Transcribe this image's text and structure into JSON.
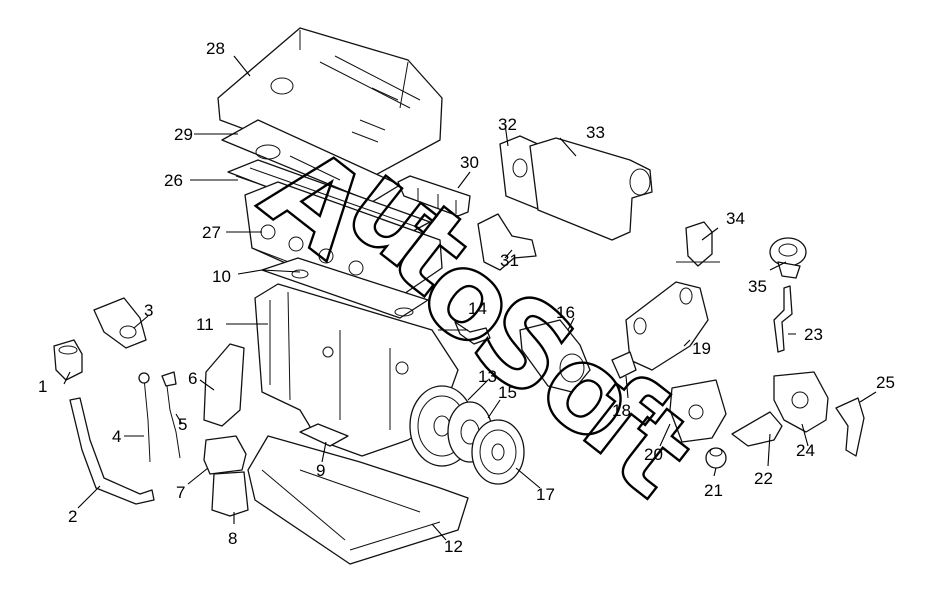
{
  "callouts": [
    "1",
    "2",
    "3",
    "4",
    "5",
    "6",
    "7",
    "8",
    "9",
    "10",
    "11",
    "12",
    "13",
    "14",
    "15",
    "16",
    "17",
    "18",
    "19",
    "20",
    "21",
    "22",
    "23",
    "24",
    "25",
    "26",
    "27",
    "28",
    "29",
    "30",
    "31",
    "32",
    "33",
    "34",
    "35"
  ],
  "watermark": {
    "letters": [
      "A",
      "u",
      "t",
      "o",
      "S",
      "o",
      "f",
      "t"
    ]
  }
}
